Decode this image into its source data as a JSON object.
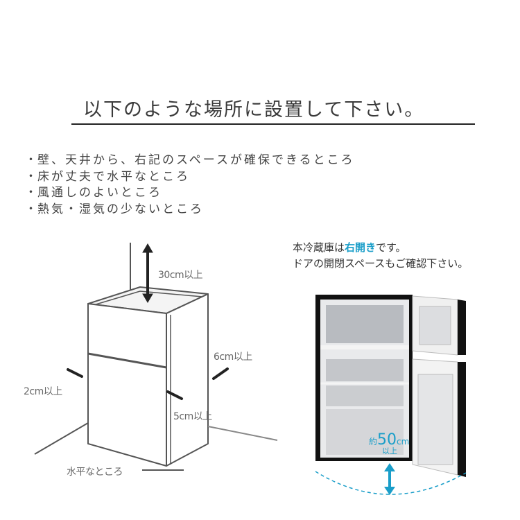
{
  "heading": {
    "title": "以下のような場所に設置して下さい。"
  },
  "requirements": {
    "bullet_glyph": "・",
    "items": [
      "壁、天井から、右記のスペースが確保できるところ",
      "床が丈夫で水平なところ",
      "風通しのよいところ",
      "熱気・湿気の少ないところ"
    ]
  },
  "door_note": {
    "line1_prefix": "本冷蔵庫は",
    "line1_accent": "右開き",
    "line1_suffix": "です。",
    "line2": "ドアの開閉スペースもご確認下さい。",
    "accent_color": "#1a9ec9"
  },
  "clearance_diagram": {
    "top": "30cm以上",
    "right_back": "6cm以上",
    "left": "2cm以上",
    "right": "5cm以上",
    "floor": "水平なところ"
  },
  "door_clearance": {
    "prefix": "約",
    "value": "50",
    "unit": "cm",
    "suffix": "以上"
  }
}
